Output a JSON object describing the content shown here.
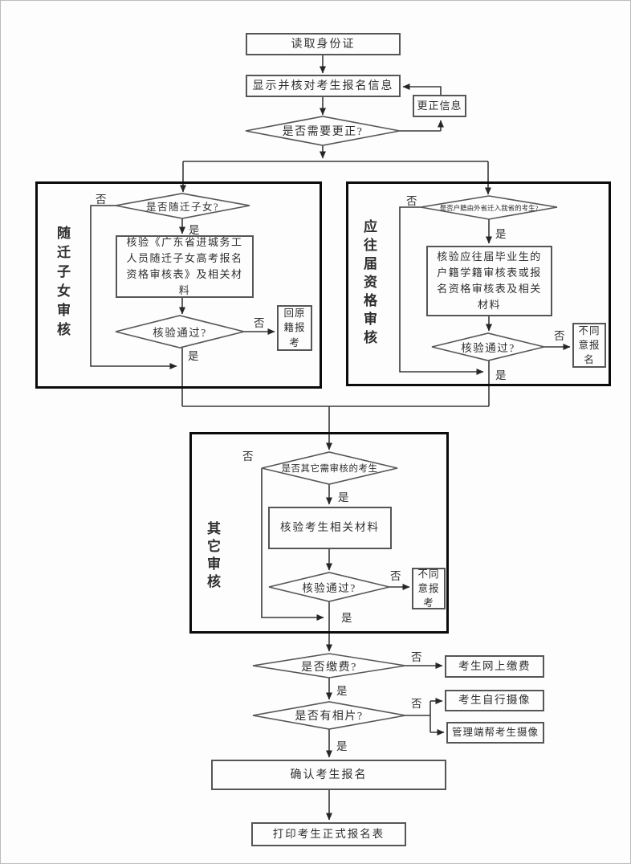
{
  "colors": {
    "line": "#3a3a3a",
    "node_border": "#565656",
    "container_border": "#0b0b0b",
    "bg": "#fdfdfd",
    "text": "#2e2e2e"
  },
  "edge_labels": {
    "yes": "是",
    "no": "否"
  },
  "top": {
    "read_id_card": "读取身份证",
    "display_and_verify_info": "显示并核对考生报名信息",
    "correct_info": "更正信息",
    "need_correction_q": "是否需要更正?"
  },
  "migrant_section": {
    "title": "随迁子女审核",
    "is_migrant_child_q": "是否随迁子女?",
    "verify_form": "核验《广东省进城务工人员随迁子女高考报名资格审核表》及相关材料",
    "verify_passed_q": "核验通过?",
    "return_to_origin": "回原籍报考"
  },
  "graduate_section": {
    "title": "应往届资格审核",
    "from_other_province_q": "是否户籍由外省迁入我省的考生?",
    "verify_form": "核验应往届毕业生的户籍学籍审核表或报名资格审核表及相关材料",
    "verify_passed_q": "核验通过?",
    "reject_registration": "不同意报名"
  },
  "other_section": {
    "title": "其它审核",
    "needs_other_review_q": "是否其它需审核的考生",
    "verify_materials": "核验考生相关材料",
    "verify_passed_q": "核验通过?",
    "reject_application": "不同意报考"
  },
  "bottom": {
    "payment_q": "是否缴费?",
    "online_payment": "考生网上缴费",
    "has_photo_q": "是否有相片?",
    "self_photo": "考生自行摄像",
    "admin_photo": "管理端帮考生摄像",
    "confirm_registration": "确认考生报名",
    "print_form": "打印考生正式报名表"
  }
}
